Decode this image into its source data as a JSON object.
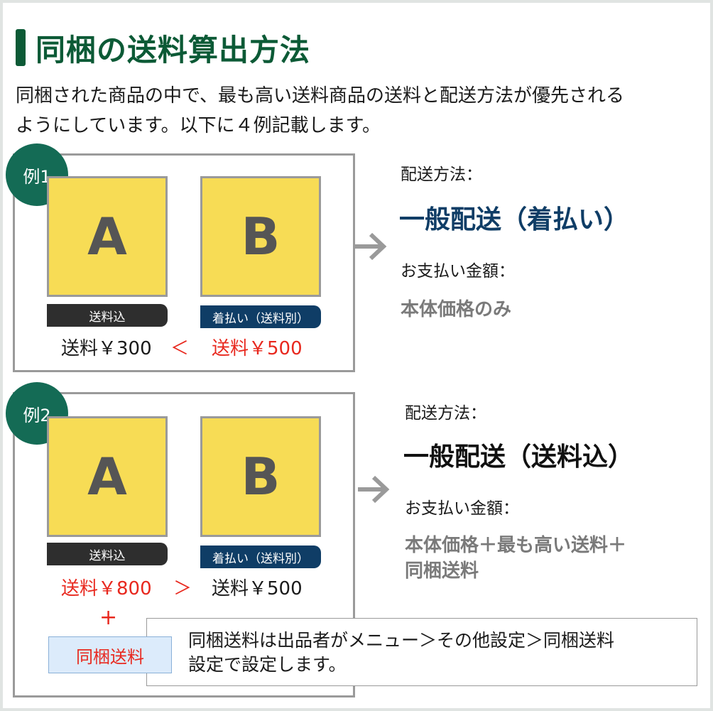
{
  "title": "同梱の送料算出方法",
  "intro": {
    "line1": "同梱された商品の中で、最も高い送料商品の送料と配送方法が優先される",
    "line2": "ようにしています。以下に４例記載します。"
  },
  "example1": {
    "badge": "例1",
    "card_a": "A",
    "card_b": "B",
    "tag_a": "送料込",
    "tag_b": "着払い（送料別）",
    "price_a": "送料￥300",
    "compare": "＜",
    "price_b": "送料￥500",
    "method_label": "配送方法：",
    "method": "一般配送（着払い）",
    "pay_label": "お支払い金額：",
    "pay_detail": "本体価格のみ"
  },
  "example2": {
    "badge": "例2",
    "card_a": "A",
    "card_b": "B",
    "tag_a": "送料込",
    "tag_b": "着払い（送料別）",
    "price_a": "送料￥800",
    "compare": "＞",
    "price_b": "送料￥500",
    "plus": "+",
    "bundle_label": "同梱送料",
    "method_label": "配送方法：",
    "method": "一般配送（送料込）",
    "pay_label": "お支払い金額：",
    "pay_detail_line1": "本体価格＋最も高い送料＋",
    "pay_detail_line2": "同梱送料",
    "note_line1": "同梱送料は出品者がメニュー＞その他設定＞同梱送料",
    "note_line2": "設定で設定します。"
  },
  "colors": {
    "accent_green": "#0c5a36",
    "badge_green": "#146b55",
    "card_yellow": "#f7dc55",
    "navy": "#0f3d66",
    "red": "#e8281e"
  },
  "icons": [
    "right-arrow-icon"
  ]
}
